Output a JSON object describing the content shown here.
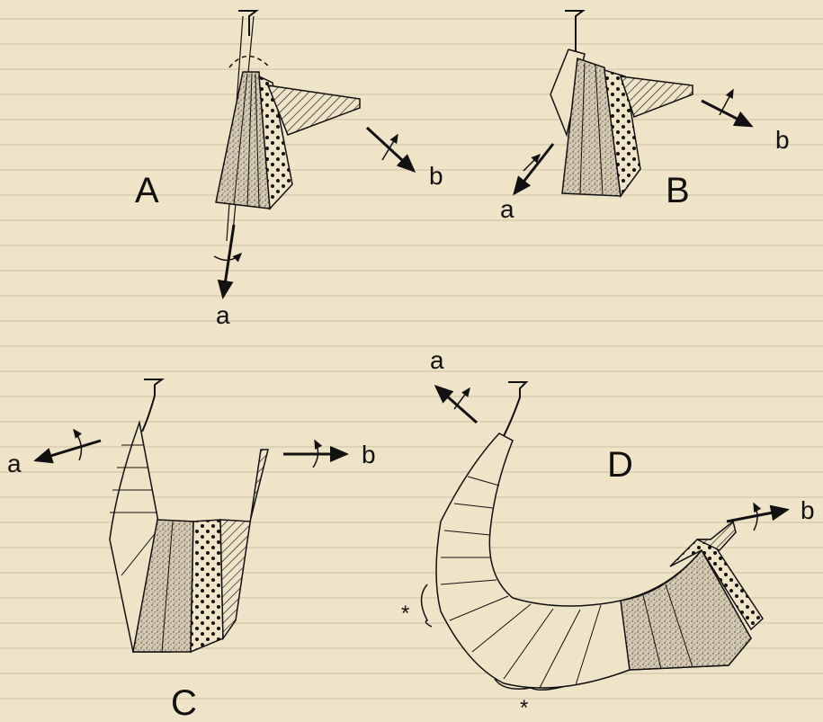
{
  "figure": {
    "panels": [
      {
        "id": "A",
        "label": "A",
        "axis_a": "a",
        "axis_b": "b"
      },
      {
        "id": "B",
        "label": "B",
        "axis_a": "a",
        "axis_b": "b"
      },
      {
        "id": "C",
        "label": "C",
        "axis_a": "a",
        "axis_b": "b"
      },
      {
        "id": "D",
        "label": "D",
        "axis_a": "a",
        "axis_b": "b",
        "markers": [
          "*",
          "*"
        ]
      }
    ]
  },
  "colors": {
    "paper": "#efe3c8",
    "ink": "#111111",
    "stipple": "#444444"
  }
}
